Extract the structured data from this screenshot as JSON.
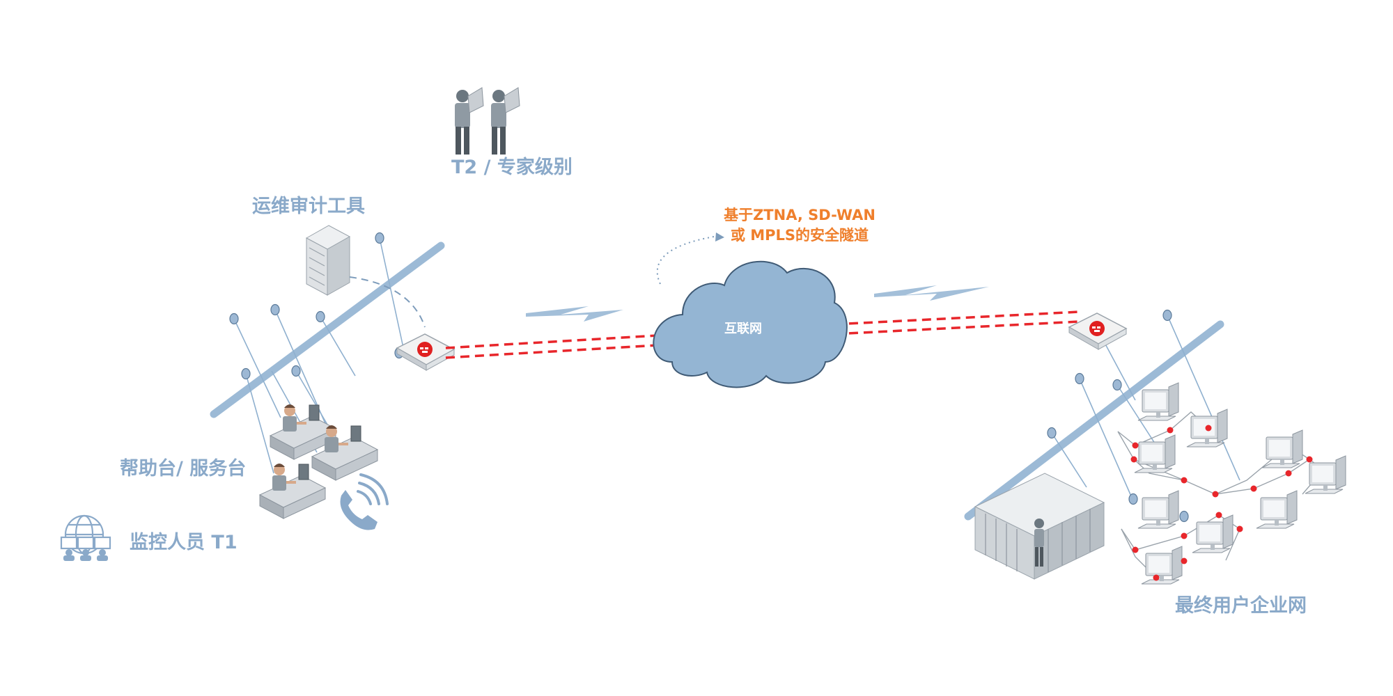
{
  "labels": {
    "t2_experts": "T2 / 专家级别",
    "audit_tools": "运维审计工具",
    "tunnel_line1": "基于ZTNA, SD-WAN",
    "tunnel_line2": "或 MPLS的安全隧道",
    "internet": "互联网",
    "helpdesk": "帮助台/ 服务台",
    "monitoring": "监控人员 T1",
    "enterprise": "最终用户企业网"
  },
  "colors": {
    "label_blue": "#8aa9c9",
    "tunnel_orange": "#ef7f2c",
    "tunnel_red": "#e8262b",
    "cloud": "#94b5d3",
    "backbone": "#9cbad6"
  }
}
